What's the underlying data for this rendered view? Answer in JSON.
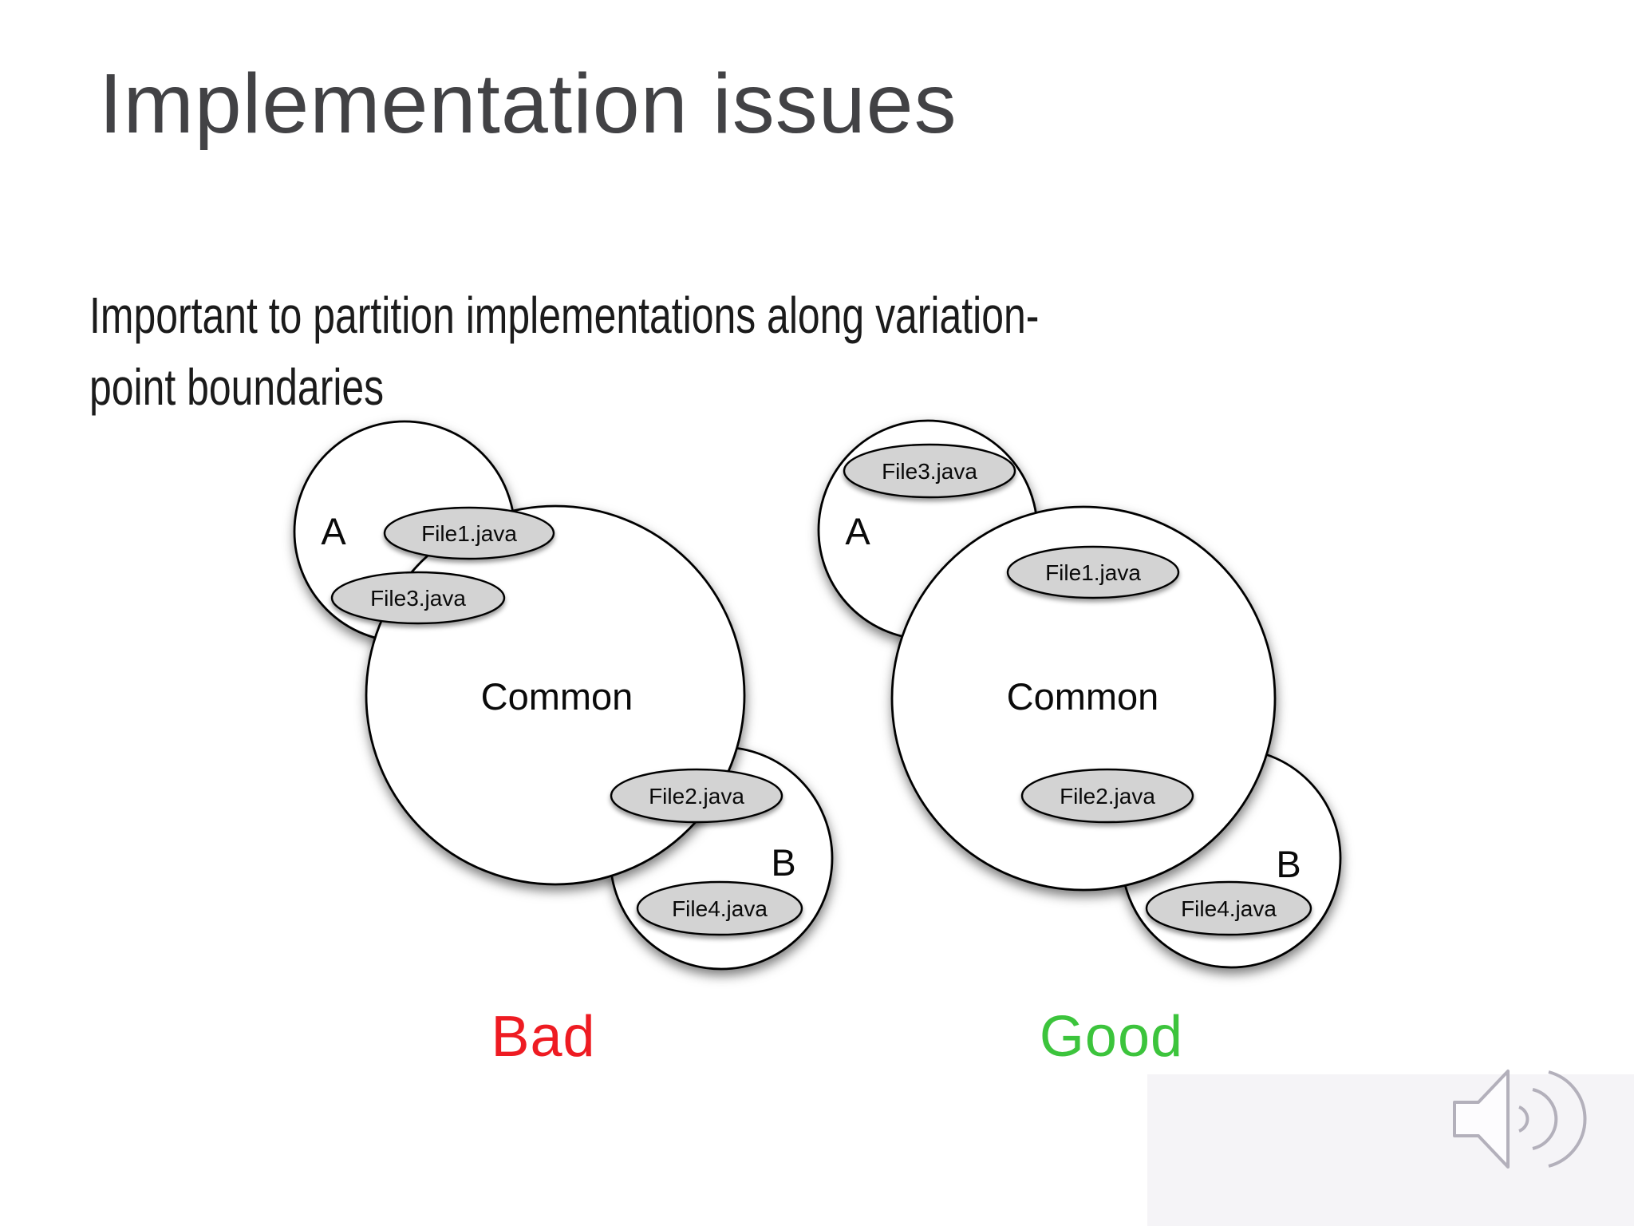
{
  "slide": {
    "title": "Implementation issues",
    "body_line1": "Important to partition implementations along variation-",
    "body_line2": "point boundaries"
  },
  "diagrams": {
    "bad": {
      "caption": "Bad",
      "set_a": "A",
      "set_common": "Common",
      "set_b": "B",
      "file1": "File1.java",
      "file2": "File2.java",
      "file3": "File3.java",
      "file4": "File4.java"
    },
    "good": {
      "caption": "Good",
      "set_a": "A",
      "set_common": "Common",
      "set_b": "B",
      "file1": "File1.java",
      "file2": "File2.java",
      "file3": "File3.java",
      "file4": "File4.java"
    }
  },
  "colors": {
    "title_text": "#424245",
    "body_text": "#1b1b1b",
    "bad_caption": "#ee1b22",
    "good_caption": "#3cc43c",
    "circle_fill": "#ffffff",
    "outline": "#000000",
    "file_ellipse_fill": "#d3d3d3",
    "audio_panel": "#f5f4f7",
    "audio_icon": "#b3b0bb"
  },
  "audio": {
    "icon": "speaker-volume-icon"
  }
}
